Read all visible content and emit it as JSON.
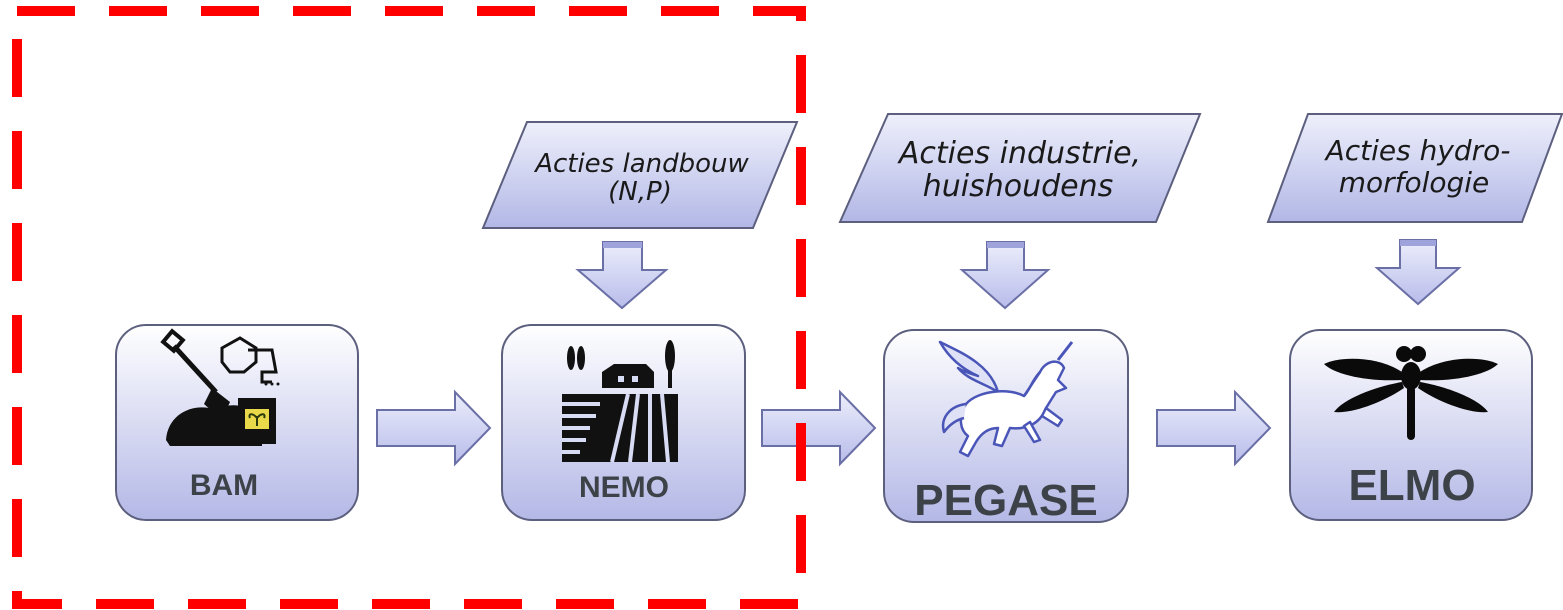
{
  "diagram": {
    "models": [
      {
        "id": "bam",
        "label": "BAM",
        "icon": "farm-inputs-icon"
      },
      {
        "id": "nemo",
        "label": "NEMO",
        "icon": "farmland-icon"
      },
      {
        "id": "pegase",
        "label": "PEGASE",
        "icon": "pegasus-icon"
      },
      {
        "id": "elmo",
        "label": "ELMO",
        "icon": "dragonfly-icon"
      }
    ],
    "actions": [
      {
        "target": "nemo",
        "lines": [
          "Acties landbouw",
          "(N,P)"
        ]
      },
      {
        "target": "pegase",
        "lines": [
          "Acties industrie,",
          "huishoudens"
        ]
      },
      {
        "target": "elmo",
        "lines": [
          "Acties hydro-",
          "morfologie"
        ]
      }
    ],
    "highlight": {
      "style": "dashed",
      "color": "#ff0000",
      "encloses": [
        "bam",
        "nemo",
        "action-landbouw"
      ]
    },
    "colors": {
      "box_fill_top": "#ffffff",
      "box_fill_bottom": "#b4b8e6",
      "box_stroke": "#5c5f7e",
      "arrow_fill": "#c6c9ee",
      "arrow_stroke": "#6a6fa6",
      "label_color": "#3d4248"
    }
  }
}
